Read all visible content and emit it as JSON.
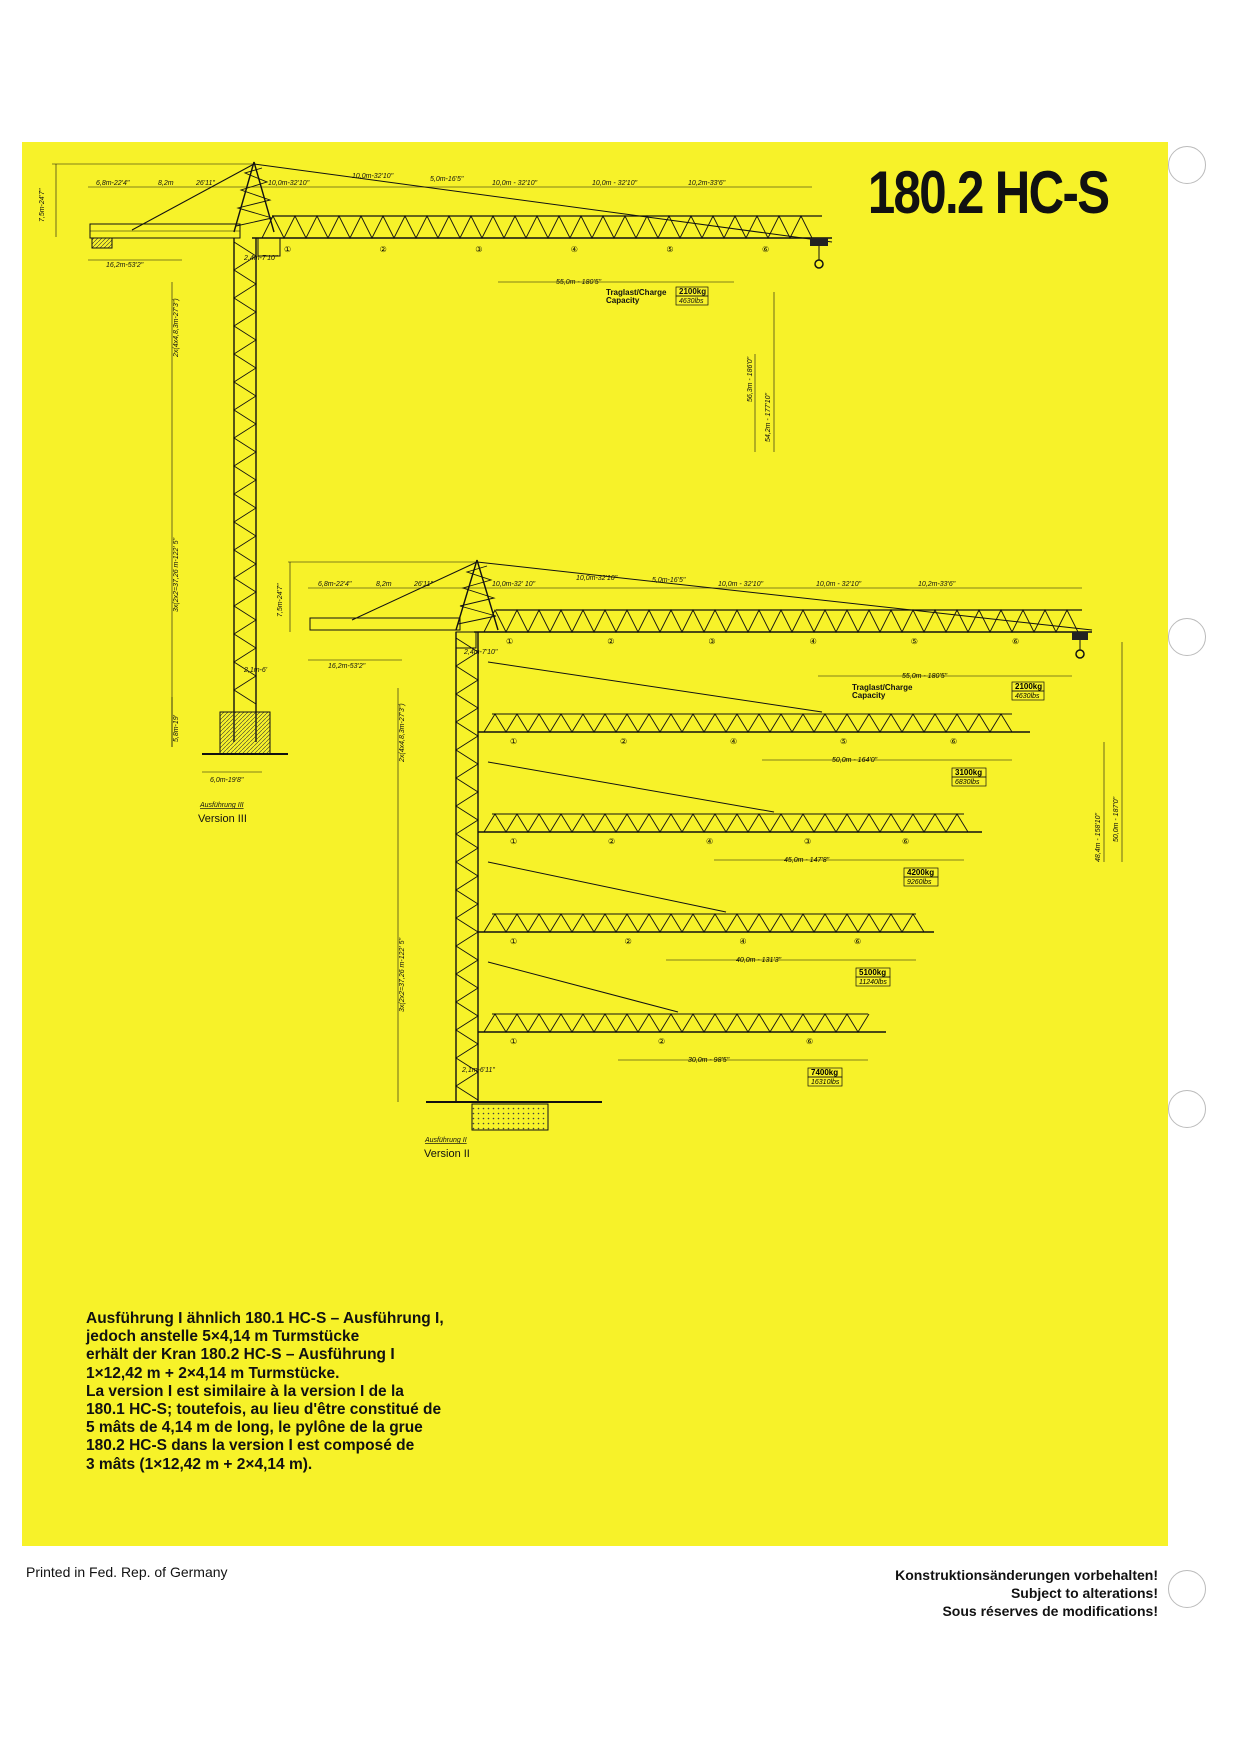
{
  "header": {
    "model": "180.2 HC-S"
  },
  "version3": {
    "label_de": "Ausführung III",
    "label_en": "Version III",
    "counterjib": "6,8m-22'4\"",
    "counterjib_b": "8,2m",
    "apex_offset": "26'11\"",
    "tower_head_height": "7,5m-24'7\"",
    "jib_seg1": "10,0m-32'10\"",
    "pendant": "10,0m-32'10\"",
    "jib_seg2": "5,0m-16'5\"",
    "jib_seg3": "10,0m - 32'10\"",
    "jib_seg4": "10,0m - 32'10\"",
    "jib_tip": "10,2m-33'6\"",
    "counterjib_total": "16,2m-53'2\"",
    "cab_gap": "2,4m-7'10\"",
    "radius": "55,0m - 180'5\"",
    "capacity_label_1": "Traglast/Charge",
    "capacity_label_2": "Capacity",
    "capacity_kg": "2100kg",
    "capacity_lbs": "4630lbs",
    "hook_height": "56,3m - 186'0\"",
    "under_hook": "54,2m - 177'10\"",
    "upper_mast": "2x(4x4,8,3m-27'3\")",
    "lower_mast": "3x(2x2=37,26 m-122' 5\"",
    "base_section": "5,8m-19'",
    "undercarriage_width": "6,0m-19'8\"",
    "climbing_gap": "2,1m-6'",
    "section_numbers": [
      "①",
      "②",
      "③",
      "④",
      "⑤",
      "⑥"
    ]
  },
  "version2": {
    "label_de": "Ausführung II",
    "label_en": "Version II",
    "counterjib": "6,8m-22'4\"",
    "counterjib_b": "8,2m",
    "apex_offset": "26'11\"",
    "tower_head_height": "7,5m-24'7\"",
    "jib_seg1": "10,0m-32' 10\"",
    "pendant": "10,0m-32'10\"",
    "jib_seg2": "5,0m-16'5\"",
    "jib_seg3": "10,0m - 32'10\"",
    "jib_seg4": "10,0m - 32'10\"",
    "jib_tip": "10,2m-33'6\"",
    "counterjib_total": "16,2m-53'2\"",
    "cab_gap": "2,4m-7'10\"",
    "climbing_gap": "2,1m-6'11\"",
    "upper_mast": "2x(4x4,8,3m-27'3\")",
    "lower_mast": "3x(2x2=37,26 m-122' 5\"",
    "hook_height": "50,0m - 187'0\"",
    "under_hook": "48,4m - 158'10\"",
    "capacity_label_1": "Traglast/Charge",
    "capacity_label_2": "Capacity",
    "jibs": [
      {
        "radius": "55,0m - 180'5\"",
        "kg": "2100kg",
        "lbs": "4630lbs",
        "sections": [
          "①",
          "②",
          "③",
          "④",
          "⑤",
          "⑥"
        ]
      },
      {
        "radius": "50,0m - 164'0\"",
        "kg": "3100kg",
        "lbs": "6830lbs",
        "sections": [
          "①",
          "②",
          "④",
          "⑤",
          "⑥"
        ]
      },
      {
        "radius": "45,0m - 147'8\"",
        "kg": "4200kg",
        "lbs": "9260lbs",
        "sections": [
          "①",
          "②",
          "④",
          "③",
          "⑥"
        ]
      },
      {
        "radius": "40,0m - 131'3\"",
        "kg": "5100kg",
        "lbs": "11240lbs",
        "sections": [
          "①",
          "②",
          "④",
          "⑥"
        ]
      },
      {
        "radius": "30,0m - 98'5\"",
        "kg": "7400kg",
        "lbs": "16310lbs",
        "sections": [
          "①",
          "②",
          "⑥"
        ]
      }
    ]
  },
  "description": [
    "Ausführung I ähnlich 180.1 HC-S – Ausführung I,",
    "jedoch anstelle 5×4,14 m Turmstücke",
    "erhält der Kran 180.2 HC-S – Ausführung I",
    "1×12,42 m + 2×4,14 m Turmstücke.",
    "La version I est similaire à la version I de la",
    "180.1 HC-S; toutefois, au lieu d'être constitué de",
    "5 mâts de 4,14 m de long, le pylône de la grue",
    "180.2 HC-S dans la version I est composé de",
    "3 mâts (1×12,42 m + 2×4,14 m)."
  ],
  "footer": {
    "printed": "Printed in Fed. Rep. of Germany",
    "notice_de": "Konstruktionsänderungen vorbehalten!",
    "notice_en": "Subject to alterations!",
    "notice_fr": "Sous réserves de modifications!"
  }
}
